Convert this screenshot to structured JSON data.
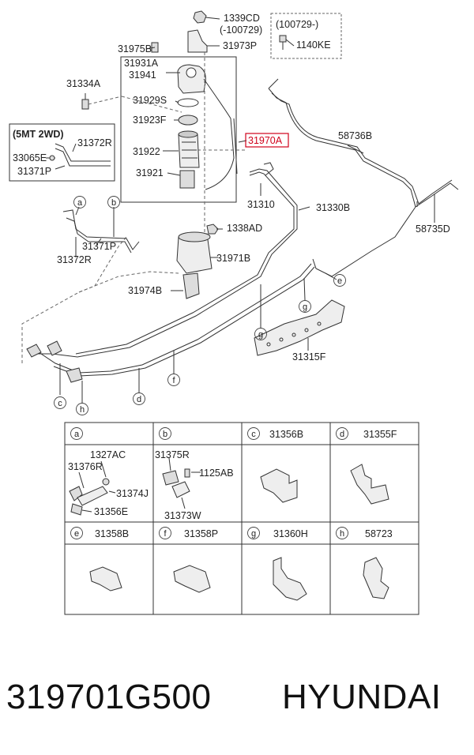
{
  "diagram": {
    "highlight_color": "#d0021b",
    "highlighted_part": "31970A",
    "labels": {
      "p1339cd": "1339CD",
      "p100729": "(-100729)",
      "p31973p": "31973P",
      "p31975b": "31975B",
      "v100729": "(100729-)",
      "p1140ke": "1140KE",
      "p31931a": "31931A",
      "p31941": "31941",
      "p31334a": "31334A",
      "p31929s": "31929S",
      "p31923f": "31923F",
      "p31970a": "31970A",
      "p58736b": "58736B",
      "v5mt": "(5MT 2WD)",
      "p31372r_inset": "31372R",
      "p33065e": "33065E",
      "p31371p_inset": "31371P",
      "p31922": "31922",
      "p31921": "31921",
      "ca": "a",
      "cb": "b",
      "p31310": "31310",
      "p31330b": "31330B",
      "p58735d": "58735D",
      "p31371p": "31371P",
      "p31372r": "31372R",
      "p1338ad": "1338AD",
      "p31971b": "31971B",
      "ce": "e",
      "p31974b": "31974B",
      "cg1": "g",
      "cg2": "g",
      "p31315f": "31315F",
      "cf": "f",
      "cc": "c",
      "cd": "d",
      "ch": "h"
    },
    "table": {
      "row1": [
        {
          "letter": "a",
          "part": ""
        },
        {
          "letter": "b",
          "part": ""
        },
        {
          "letter": "c",
          "part": "31356B"
        },
        {
          "letter": "d",
          "part": "31355F"
        }
      ],
      "row2": [
        {
          "letter": "e",
          "part": "31358B"
        },
        {
          "letter": "f",
          "part": "31358P"
        },
        {
          "letter": "g",
          "part": "31360H"
        },
        {
          "letter": "h",
          "part": "58723"
        }
      ],
      "detail_a": [
        "1327AC",
        "31376R",
        "31374J",
        "31356E"
      ],
      "detail_b": [
        "31375R",
        "1125AB",
        "31373W"
      ]
    }
  },
  "caption": {
    "part_number": "319701G500",
    "brand": "HYUNDAI"
  }
}
